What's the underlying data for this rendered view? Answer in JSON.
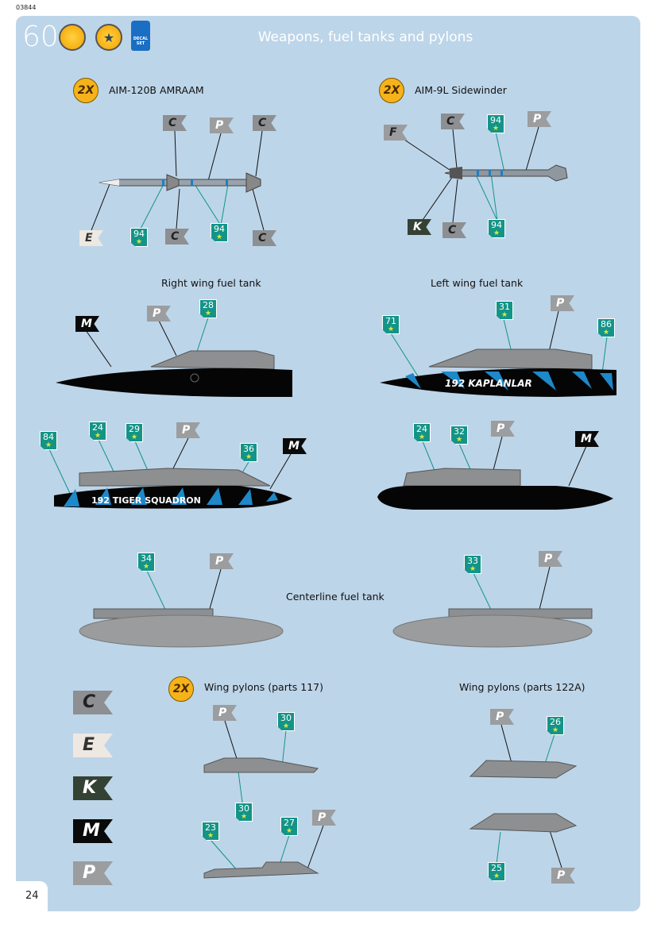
{
  "header": {
    "code": "03844",
    "step": "60",
    "title": "Weapons, fuel tanks and pylons",
    "decal_icon_text": "DECAL SET",
    "page": "24"
  },
  "aim120": {
    "qty": "2X",
    "title": "AIM-120B AMRAAM",
    "callouts": [
      "C",
      "P",
      "C",
      "E",
      "94",
      "C",
      "94",
      "C"
    ]
  },
  "aim9": {
    "qty": "2X",
    "title": "AIM-9L Sidewinder",
    "callouts": [
      "F",
      "C",
      "94",
      "P",
      "K",
      "C",
      "94"
    ]
  },
  "right_tank": {
    "title": "Right wing fuel tank",
    "top": [
      "M",
      "P",
      "28"
    ],
    "bottom": [
      "84",
      "24",
      "29",
      "P",
      "36",
      "M"
    ],
    "decal_text": "192 TIGER SQUADRON"
  },
  "left_tank": {
    "title": "Left wing fuel tank",
    "top": [
      "71",
      "31",
      "P",
      "86"
    ],
    "bottom": [
      "24",
      "32",
      "P",
      "M"
    ],
    "decal_text": "192 KAPLANLAR"
  },
  "centerline": {
    "title": "Centerline fuel tank",
    "left": [
      "34",
      "P"
    ],
    "right": [
      "33",
      "P"
    ]
  },
  "pylons117": {
    "qty": "2X",
    "title": "Wing pylons (parts 117)",
    "callouts": [
      "P",
      "30",
      "30",
      "23",
      "27",
      "P"
    ]
  },
  "pylons122": {
    "title": "Wing pylons (parts 122A)",
    "callouts": [
      "P",
      "26",
      "25",
      "P"
    ]
  },
  "color_legend": [
    "C",
    "E",
    "K",
    "M",
    "P"
  ],
  "colors": {
    "panel": "#bdd5e9",
    "decal": "#149487",
    "badge": "#f6b21a",
    "tank_blue": "#1e88c8"
  }
}
